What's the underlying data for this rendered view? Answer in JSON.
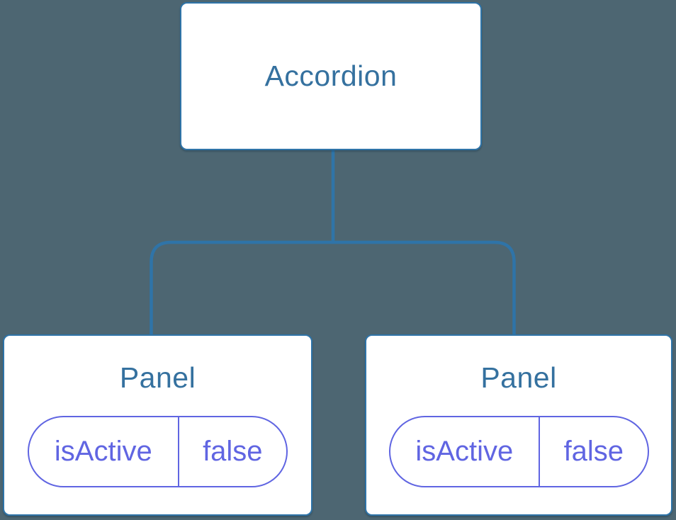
{
  "diagram": {
    "type": "component-tree",
    "root": {
      "label": "Accordion"
    },
    "children": [
      {
        "label": "Panel",
        "state": {
          "key": "isActive",
          "value": "false"
        }
      },
      {
        "label": "Panel",
        "state": {
          "key": "isActive",
          "value": "false"
        }
      }
    ]
  },
  "colors": {
    "canvas_bg": "#4d6672",
    "node_bg": "#ffffff",
    "node_border": "#2f74a8",
    "node_text": "#35719f",
    "connector": "#2f74a8",
    "pill": "#6065e2"
  }
}
